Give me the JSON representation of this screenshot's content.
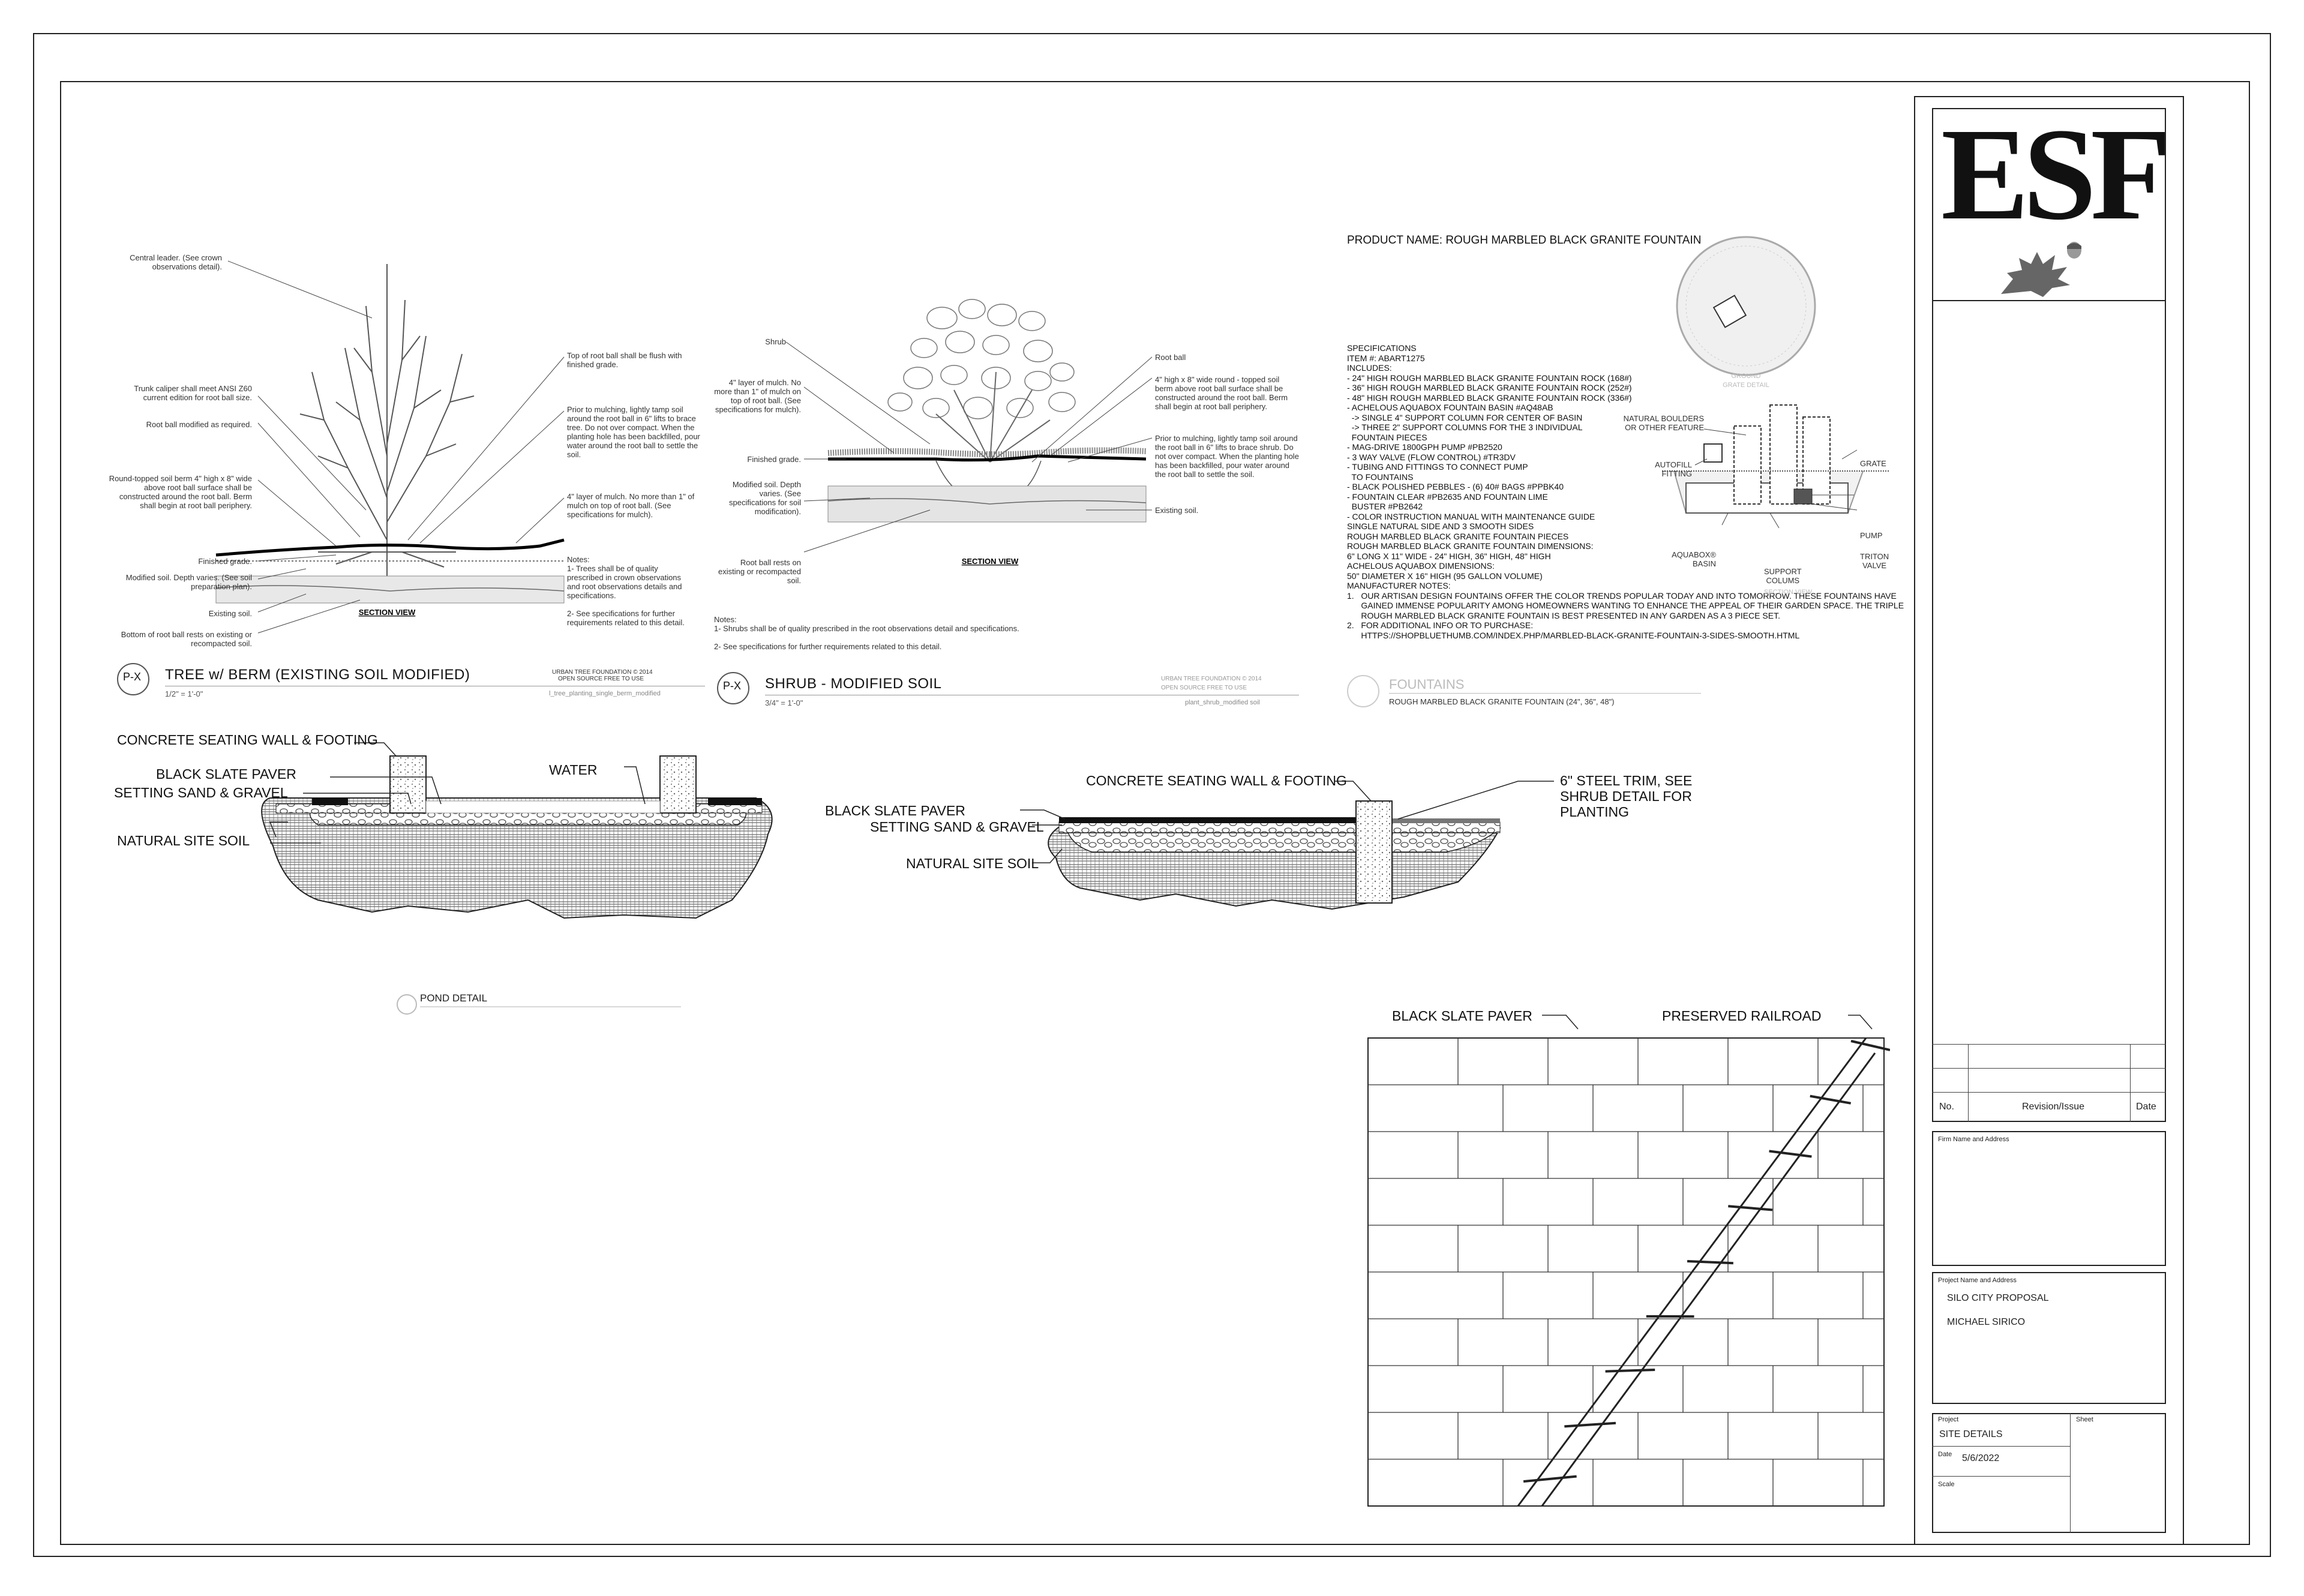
{
  "tree_detail": {
    "title": "TREE w/ BERM (EXISTING SOIL MODIFIED)",
    "tag": "P-X",
    "scale": "1/2\" = 1'-0\"",
    "section_view": "SECTION VIEW",
    "credit1": "URBAN TREE FOUNDATION © 2014",
    "credit2": "OPEN SOURCE FREE TO USE",
    "filename": "l_tree_planting_single_berm_modified",
    "left_notes": [
      "Central leader. (See crown observations detail).",
      "Trunk caliper shall meet ANSI Z60 current edition for root ball size.",
      "Root ball modified as required.",
      "Round-topped soil berm 4\" high x 8\" wide above root ball surface shall be constructed around the root ball. Berm shall begin at root ball periphery.",
      "Finished grade.",
      "Modified soil. Depth varies. (See soil preparation plan).",
      "Existing soil.",
      "Bottom of root ball rests on existing or recompacted soil."
    ],
    "right_notes": [
      "Top of root ball shall be flush with finished grade.",
      "Prior to mulching, lightly tamp soil around the root ball in 6\" lifts to brace tree. Do not over compact. When the planting hole has been backfilled, pour water around the root ball to settle the soil.",
      "4\" layer of mulch. No more than 1\" of mulch on top of root ball. (See specifications for mulch)."
    ],
    "notes": "Notes:\n1- Trees shall be of quality prescribed in crown observations and root observations details and specifications.\n\n2- See specifications for further requirements related to this detail."
  },
  "shrub_detail": {
    "title": "SHRUB - MODIFIED SOIL",
    "tag": "P-X",
    "scale": "3/4\" = 1'-0\"",
    "section_view": "SECTION VIEW",
    "credit": "URBAN TREE FOUNDATION © 2014 OPEN SOURCE FREE TO USE",
    "filename": "plant_shrub_modified soil",
    "left_notes": [
      "Shrub",
      "4\" layer of mulch. No more than 1\" of mulch on top of root ball. (See specifications for mulch).",
      "Finished grade.",
      "Modified soil. Depth varies. (See specifications for soil modification).",
      "Root ball rests on existing or recompacted soil."
    ],
    "right_notes": [
      "Root ball",
      "4\" high x 8\" wide round - topped soil berm above root ball surface shall be constructed around the root ball. Berm shall begin at root ball periphery.",
      "Prior to mulching, lightly tamp soil around the root ball in 6\" lifts to brace shrub. Do not over compact. When the planting hole has been backfilled, pour water around the root ball to settle the soil.",
      "Existing soil."
    ],
    "notes": "Notes:\n1- Shrubs shall be of quality prescribed in the root observations detail and specifications.\n\n2- See specifications for further requirements related to this detail."
  },
  "fountain": {
    "product_name": "PRODUCT NAME: ROUGH MARBLED BLACK GRANITE FOUNTAIN",
    "specs": "SPECIFICATIONS\nITEM #: ABART1275\nINCLUDES:\n- 24\" HIGH ROUGH MARBLED BLACK GRANITE FOUNTAIN ROCK (168#)\n- 36\" HIGH ROUGH MARBLED BLACK GRANITE FOUNTAIN ROCK (252#)\n- 48\" HIGH ROUGH MARBLED BLACK GRANITE FOUNTAIN ROCK (336#)\n- ACHELOUS AQUABOX FOUNTAIN BASIN #AQ48AB\n  -> SINGLE 4\" SUPPORT COLUMN FOR CENTER OF BASIN\n  -> THREE 2\" SUPPORT COLUMNS FOR THE 3 INDIVIDUAL\n  FOUNTAIN PIECES\n- MAG-DRIVE 1800GPH PUMP #PB2520\n- 3 WAY VALVE (FLOW CONTROL) #TR3DV\n- TUBING AND FITTINGS TO CONNECT PUMP\n  TO FOUNTAINS\n- BLACK POLISHED PEBBLES - (6) 40# BAGS #PPBK40\n- FOUNTAIN CLEAR #PB2635 AND FOUNTAIN LIME\n  BUSTER #PB2642\n- COLOR INSTRUCTION MANUAL WITH MAINTENANCE GUIDE\nSINGLE NATURAL SIDE AND 3 SMOOTH SIDES\nROUGH MARBLED BLACK GRANITE FOUNTAIN PIECES\nROUGH MARBLED BLACK GRANITE FOUNTAIN DIMENSIONS:\n6\" LONG X 11\" WIDE - 24\" HIGH, 36\" HIGH, 48\" HIGH\nACHELOUS AQUABOX DIMENSIONS:\n50\" DIAMETER X 16\" HIGH (95 GALLON VOLUME)\nMANUFACTURER NOTES:\n1.   OUR ARTISAN DESIGN FOUNTAINS OFFER THE COLOR TRENDS POPULAR TODAY AND INTO TOMORROW. THESE FOUNTAINS HAVE\n      GAINED IMMENSE POPULARITY AMONG HOMEOWNERS WANTING TO ENHANCE THE APPEAL OF THEIR GARDEN SPACE. THE TRIPLE\n      ROUGH MARBLED BLACK GRANITE FOUNTAIN IS BEST PRESENTED IN ANY GARDEN AS A 3 PIECE SET.\n2.   FOR ADDITIONAL INFO OR TO PURCHASE:\n      HTTPS://SHOPBLUETHUMB.COM/INDEX.PHP/MARBLED-BLACK-GRANITE-FOUNTAIN-3-SIDES-SMOOTH.HTML",
    "labels": {
      "natural_boulders": "NATURAL BOULDERS\nOR OTHER FEATURE",
      "autofill": "AUTOFILL\nFITTING",
      "grate": "GRATE",
      "pump": "PUMP",
      "triton": "TRITON\nVALVE",
      "aquabox": "AQUABOX®\nBASIN",
      "support": "SUPPORT\nCOLUMS",
      "plan_caption": "GROUND\nGRATE DETAIL",
      "section_caption": "SECTION VIEW"
    },
    "title": "FOUNTAINS",
    "subtitle": "ROUGH MARBLED BLACK GRANITE FOUNTAIN (24\", 36\", 48\")"
  },
  "pond": {
    "labels": {
      "wall": "CONCRETE SEATING WALL & FOOTING",
      "paver": "BLACK SLATE PAVER",
      "sand": "SETTING SAND & GRAVEL",
      "soil": "NATURAL SITE SOIL",
      "water": "WATER"
    },
    "title": "POND DETAIL"
  },
  "wall_detail": {
    "labels": {
      "wall": "CONCRETE SEATING WALL & FOOTING",
      "trim": "6\" STEEL TRIM, SEE\nSHRUB DETAIL FOR\nPLANTING",
      "paver": "BLACK SLATE PAVER",
      "sand": "SETTING SAND & GRAVEL",
      "soil": "NATURAL SITE SOIL"
    }
  },
  "paver_plan": {
    "labels": {
      "paver": "BLACK SLATE PAVER",
      "railroad": "PRESERVED RAILROAD"
    }
  },
  "title_block": {
    "logo": "ESF",
    "rev_no": "No.",
    "rev_issue": "Revision/Issue",
    "rev_date": "Date",
    "firm_label": "Firm Name and Address",
    "project_label": "Project Name and Address",
    "project_name": "SILO CITY PROPOSAL",
    "author": "MICHAEL SIRICO",
    "project_small": "Project",
    "sheet_label": "Sheet",
    "project_value": "SITE DETAILS",
    "date_label": "Date",
    "date_value": "5/6/2022",
    "scale_label": "Scale"
  }
}
